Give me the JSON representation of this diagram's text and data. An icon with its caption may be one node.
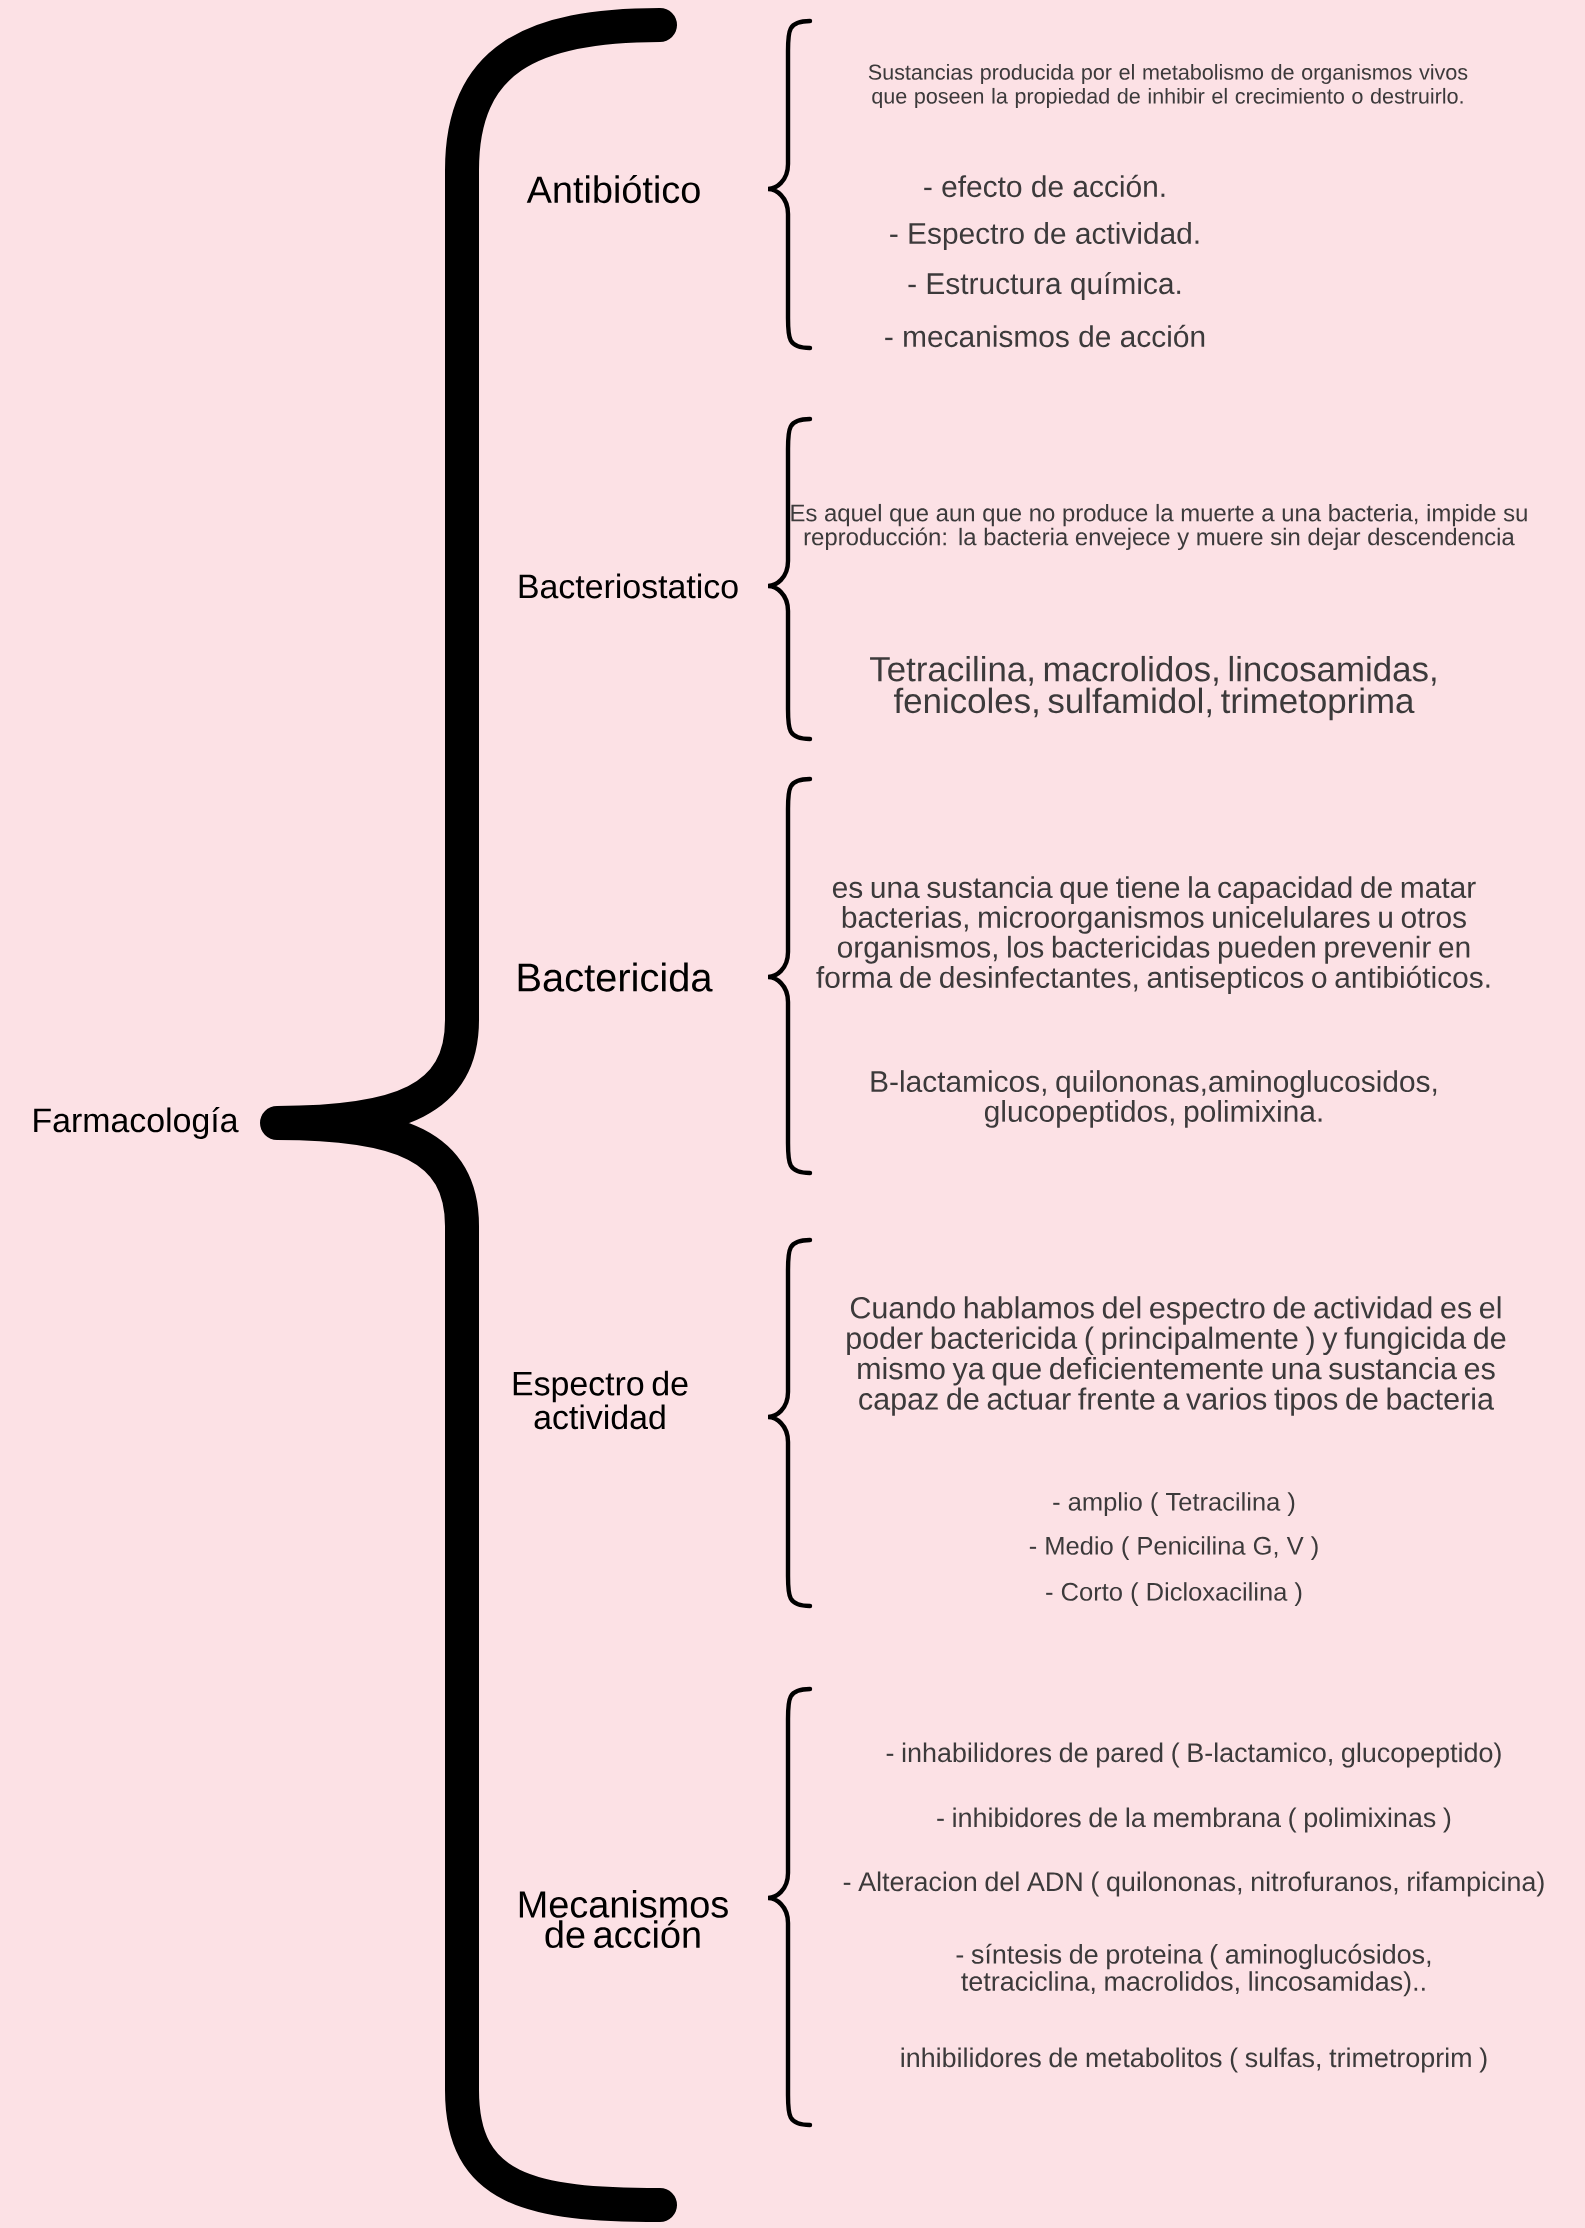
{
  "diagram": {
    "labels": [
      "Farmacología",
      "Antibiótico",
      "Sustancias producida por el metabolismo de organismos vivos que poseen la propiedad de inhibir el crecimiento o destruirlo.",
      "- efecto de acción.",
      "- Espectro de actividad.",
      "- Estructura química.",
      "- mecanismos de acción",
      "Bacteriostatico",
      "Es aquel que aun que no produce la muerte a una bacteria, impide su reproducción: la bacteria envejece y muere sin dejar descendencia",
      "Tetracilina, macrolidos, lincosamidas, fenicoles, sulfamidol, trimetoprima",
      "Bactericida",
      "es una sustancia que tiene la capacidad de matar bacterias, microorganismos unicelulares u otros organismos, los bactericidas pueden prevenir en forma de desinfectantes, antisepticos o antibióticos.",
      "B-lactamicos, quilononas,aminoglucosidos, glucopeptidos, polimixina.",
      "Espectro de actividad",
      "Cuando hablamos del espectro de actividad es el poder bactericida ( principalmente ) y fungicida de mismo ya que deficientemente una sustancia es capaz de actuar frente a varios tipos de bacteria",
      "- amplio ( Tetracilina )",
      "- Medio ( Penicilina G, V )",
      "- Corto ( Dicloxacilina )",
      "Mecanismos de acción",
      "- inhabilidores de pared ( B-lactamico, glucopeptido)",
      "- inhibidores de la membrana ( polimixinas )",
      "- Alteracion del ADN ( quilononas, nitrofuranos, rifampicina)",
      "- síntesis de proteina ( aminoglucósidos, tetraciclina, macrolidos, lincosamidas)..",
      "inhibilidores de metabolitos ( sulfas, trimetroprim )"
    ]
  }
}
